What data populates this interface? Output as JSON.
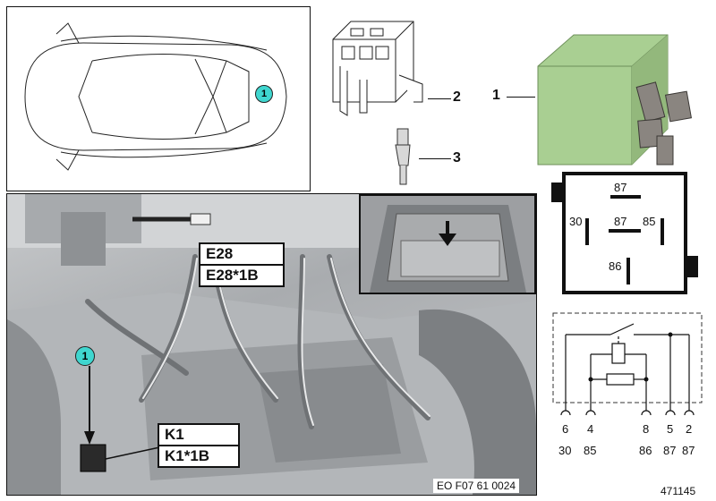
{
  "callouts": {
    "relay": "1",
    "holder": "2",
    "contact": "3",
    "car_marker": "1",
    "photo_marker": "1"
  },
  "connectors": {
    "top_title": "E28",
    "top_sub": "E28*1B",
    "bottom_title": "K1",
    "bottom_sub": "K1*1B"
  },
  "relay_face": {
    "pin_top": "87",
    "pin_left": "30",
    "pin_center": "87",
    "pin_right": "85",
    "pin_bottom": "86"
  },
  "schematic": {
    "pin_numbers": [
      "6",
      "4",
      "8",
      "5",
      "2"
    ],
    "terminal_labels": [
      "30",
      "85",
      "86",
      "87",
      "87"
    ]
  },
  "photo_code": "EO F07 61 0024",
  "doc_number": "471145",
  "colors": {
    "relay_green": "#a9cf92",
    "marker_cyan": "#3fd6cf",
    "photo_gray": "#b9bcbf"
  }
}
